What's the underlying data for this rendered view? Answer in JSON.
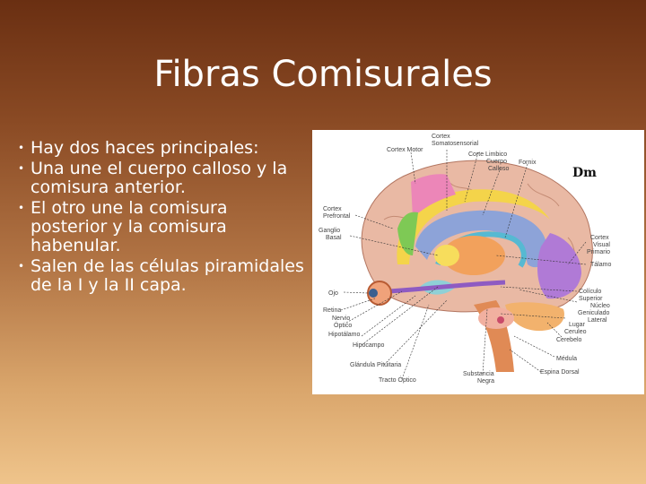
{
  "slide": {
    "title": "Fibras Comisurales",
    "bullets": [
      "Hay dos haces principales:",
      "Una une el cuerpo calloso y la comisura anterior.",
      "El otro une la comisura posterior y la comisura habenular.",
      "Salen de las células piramidales de la I y la II capa."
    ]
  },
  "diagram": {
    "labels": {
      "cortex_somato_1": "Cortex",
      "cortex_somato_2": "Somatosensorial",
      "cortex_motor": "Cortex Motor",
      "corte_limbico": "Corte Limbico",
      "cuerpo": "Cuerpo",
      "calloso": "Calloso",
      "fornix": "Fornix",
      "cortex_pref_1": "Cortex",
      "cortex_pref_2": "Prefrontal",
      "ganglio_1": "Ganglio",
      "ganglio_2": "Basal",
      "cortex_visual_1": "Cortex",
      "cortex_visual_2": "Visual",
      "cortex_visual_3": "Primario",
      "talamo": "Tálamo",
      "ojo": "Ojo",
      "coliculo_1": "Colículo",
      "coliculo_2": "Superior",
      "retina": "Retina",
      "nucleo_1": "Núcleo",
      "nucleo_2": "Geniculado",
      "nucleo_3": "Lateral",
      "nervio_1": "Nervio",
      "nervio_2": "Óptico",
      "lugar_1": "Lugar",
      "lugar_2": "Ceruleo",
      "hipotalamo": "Hipotálamo",
      "cerebelo": "Cerebelo",
      "hipocampo": "Hipocampo",
      "medula": "Médula",
      "glandula": "Glándula Pituitaria",
      "espina": "Espina Dorsal",
      "sustancia_1": "Substancia",
      "sustancia_2": "Negra",
      "tracto": "Tracto Óptico"
    }
  }
}
